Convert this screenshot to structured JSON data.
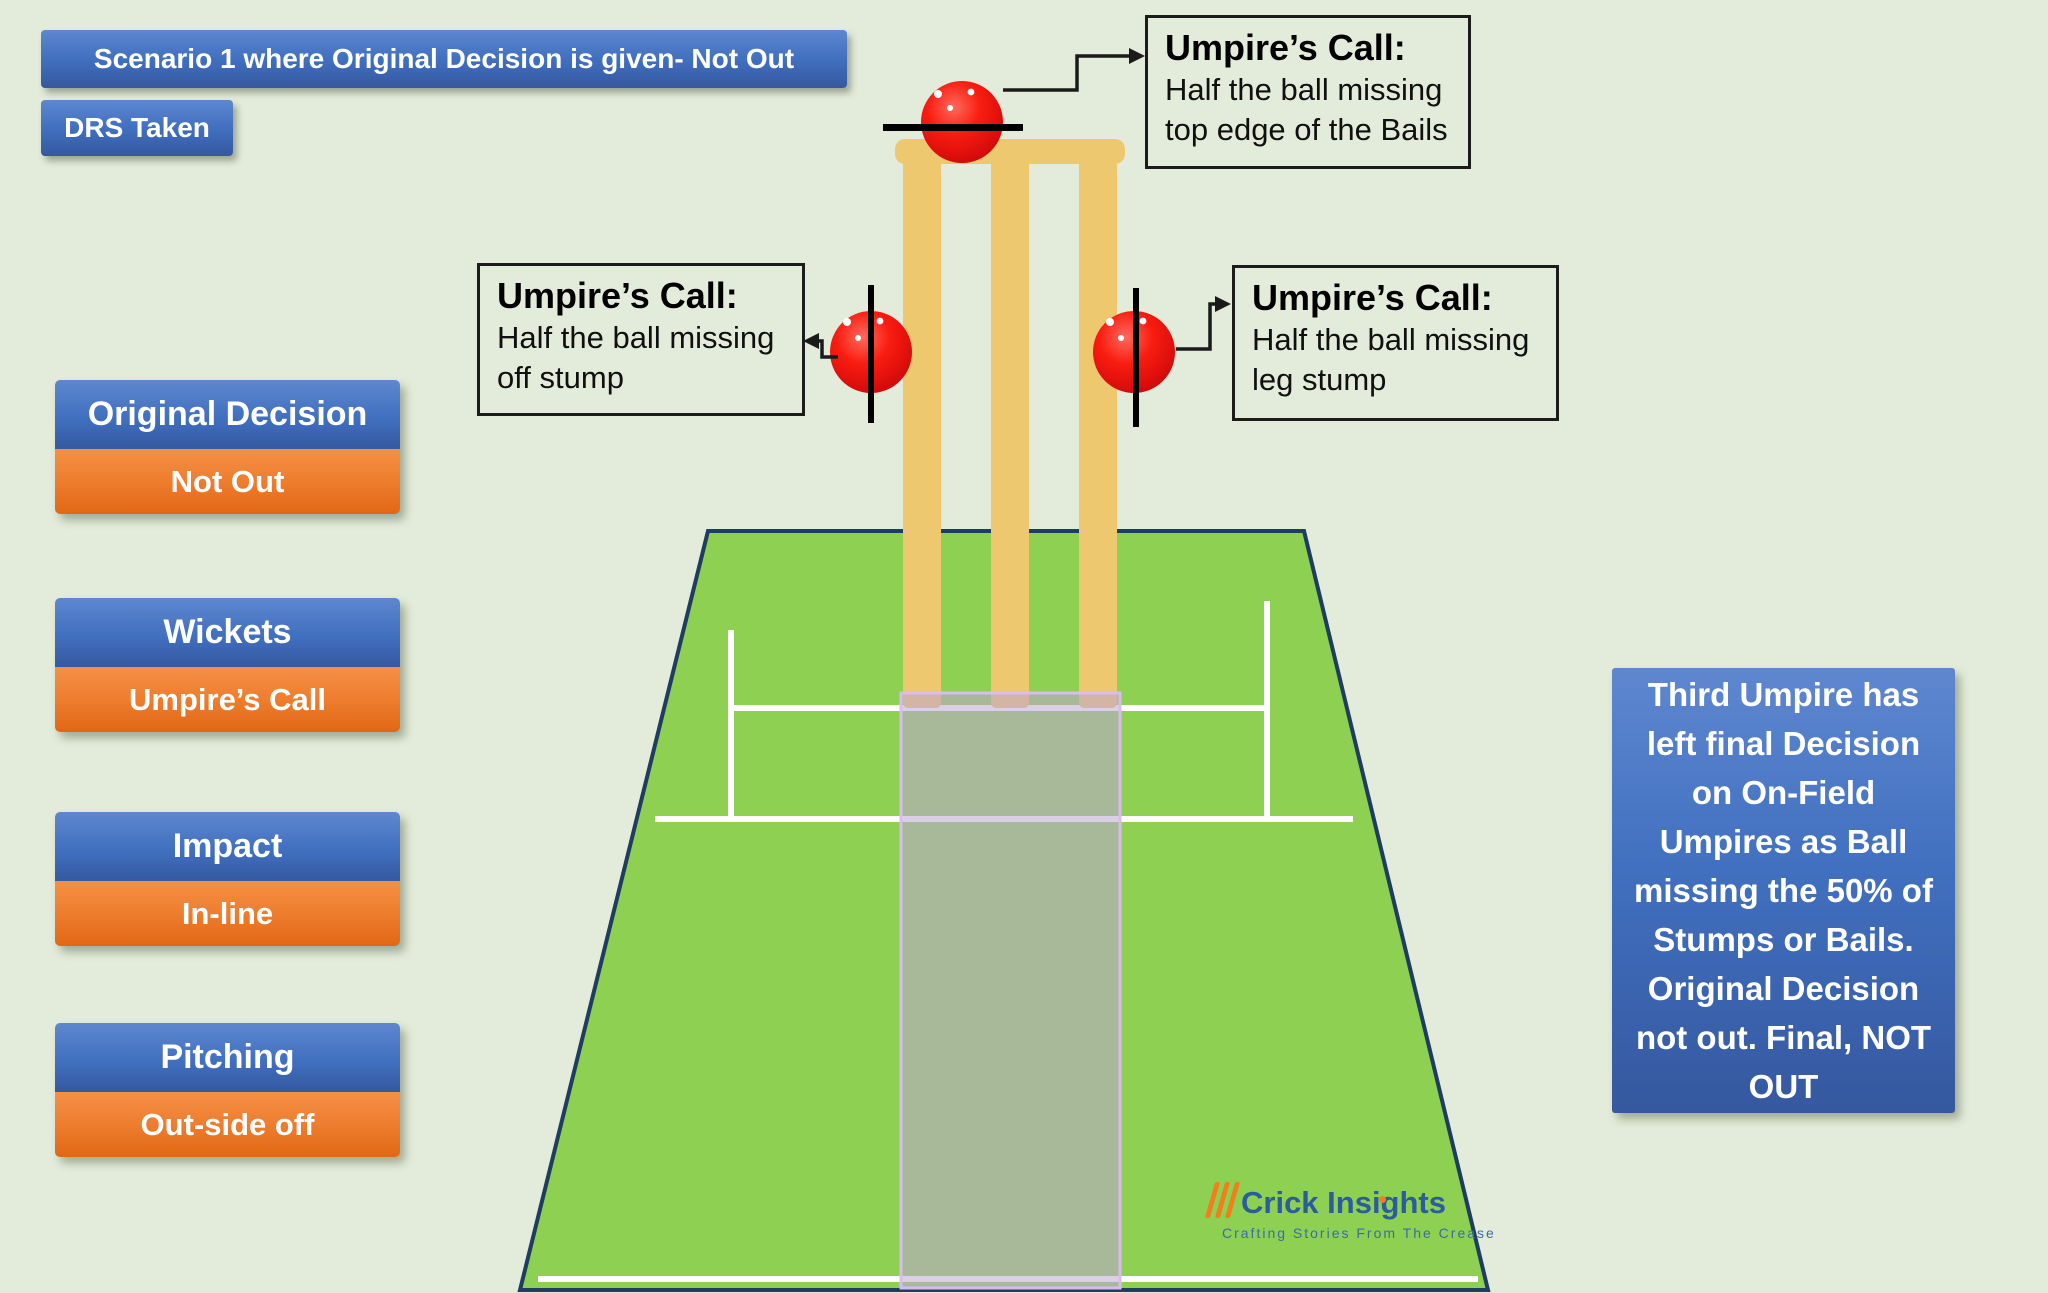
{
  "theme": {
    "colors": {
      "bg": "#e3ecda",
      "blue": "#4170c0",
      "orange": "#ee7d2f",
      "pitch-green": "#8ed052",
      "pitch-border": "#1f3c61",
      "stump": "#eec86f",
      "strip-border": "#d9baf1",
      "logo-blue": "#2b5d9e",
      "logo-orange": "#f07f1e"
    }
  },
  "banner": {
    "label": "Scenario 1 where Original Decision is given- Not Out"
  },
  "drs_badge": {
    "label": "DRS Taken"
  },
  "cards": [
    {
      "title": "Original Decision",
      "value": "Not Out"
    },
    {
      "title": "Wickets",
      "value": "Umpire’s Call"
    },
    {
      "title": "Impact",
      "value": "In-line"
    },
    {
      "title": "Pitching",
      "value": "Out-side off"
    }
  ],
  "callouts": {
    "bails": {
      "title": "Umpire’s Call:",
      "body": "Half the ball missing\ntop edge of the Bails"
    },
    "off_stump": {
      "title": "Umpire’s Call:",
      "body": "Half the ball missing\noff stump"
    },
    "leg_stump": {
      "title": "Umpire’s Call:",
      "body": "Half the ball missing\nleg stump"
    }
  },
  "verdict": {
    "text": "Third Umpire has\nleft final Decision\non On-Field\nUmpires as Ball\nmissing the 50% of\nStumps or Bails.\nOriginal Decision\nnot out. Final, NOT\nOUT"
  },
  "logo": {
    "name": "Crick Insights",
    "tagline": "Crafting Stories From The Crease"
  }
}
